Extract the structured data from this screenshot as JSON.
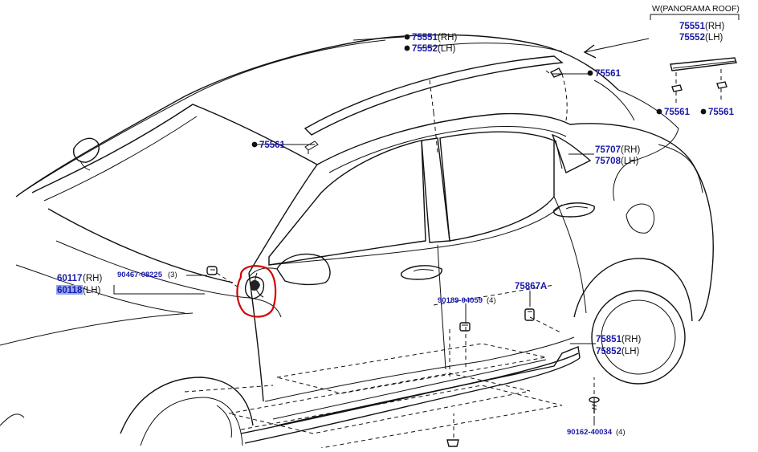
{
  "panorama": {
    "title": "W(PANORAMA ROOF)"
  },
  "callouts": {
    "roof_rh": {
      "num": "75551",
      "side": "(RH)"
    },
    "roof_lh": {
      "num": "75552",
      "side": "(LH)"
    },
    "clip_top_right": {
      "num": "75561"
    },
    "clip_left": {
      "num": "75561"
    },
    "pano_rh": {
      "num": "75551",
      "side": "(RH)"
    },
    "pano_lh": {
      "num": "75552",
      "side": "(LH)"
    },
    "pano_clip_a": {
      "num": "75561"
    },
    "pano_clip_b": {
      "num": "75561"
    },
    "window_rh": {
      "num": "75707",
      "side": "(RH)"
    },
    "window_lh": {
      "num": "75708",
      "side": "(LH)"
    },
    "mirror_rh": {
      "num": "60117",
      "side": "(RH)"
    },
    "mirror_lh": {
      "num": "60118",
      "side": "(LH)"
    },
    "screw_a": {
      "num": "90467-08225",
      "qty": "(3)"
    },
    "screw_b": {
      "num": "90189-04059",
      "qty": "(4)"
    },
    "clip_rocker": {
      "num": "75867A"
    },
    "rocker_rh": {
      "num": "75851",
      "side": "(RH)"
    },
    "rocker_lh": {
      "num": "75852",
      "side": "(LH)"
    },
    "screw_c": {
      "num": "90162-40034",
      "qty": "(4)"
    }
  },
  "colors": {
    "part_number": "#1a1aa8",
    "highlight": "#8fa9f2",
    "circle": "#d40000"
  }
}
